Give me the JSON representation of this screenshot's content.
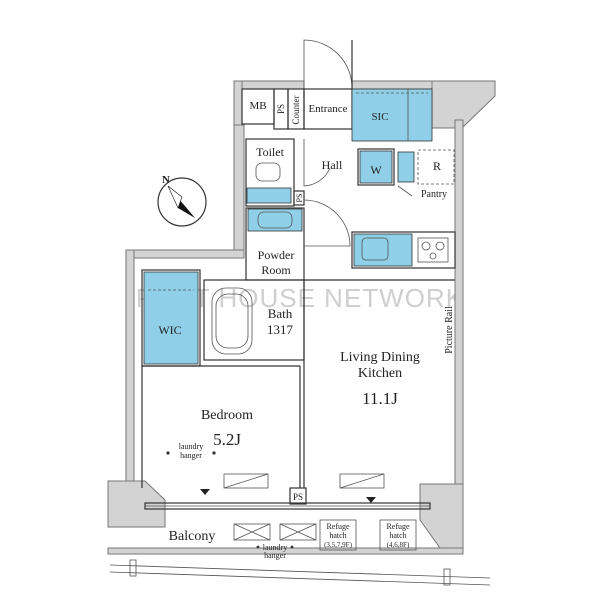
{
  "watermark": "PITAT HOUSE NETWORK",
  "compass_letter": "N",
  "rooms": {
    "mb": "MB",
    "ps_top": "PS",
    "counter": "Counter",
    "entrance": "Entrance",
    "sic": "SIC",
    "toilet": "Toilet",
    "hall": "Hall",
    "w": "W",
    "r": "R",
    "pantry": "Pantry",
    "ps_mid": "PS",
    "powder_room_line1": "Powder",
    "powder_room_line2": "Room",
    "wic": "WIC",
    "bath_line1": "Bath",
    "bath_line2": "1317",
    "ldk_line1": "Living Dining",
    "ldk_line2": "Kitchen",
    "ldk_size": "11.1J",
    "picture_rail": "Picture Rail",
    "bedroom": "Bedroom",
    "bedroom_size": "5.2J",
    "laundry_hanger_1_line1": "laundry",
    "laundry_hanger_1_line2": "hanger",
    "ps_bottom": "PS",
    "balcony": "Balcony",
    "laundry_hanger_2_line1": "laundry",
    "laundry_hanger_2_line2": "hanger",
    "refuge_hatch_1_line1": "Refuge",
    "refuge_hatch_1_line2": "hatch",
    "refuge_hatch_1_line3": "(3,5,7,9F)",
    "refuge_hatch_2_line1": "Refuge",
    "refuge_hatch_2_line2": "hatch",
    "refuge_hatch_2_line3": "(4,6,8F)"
  },
  "colors": {
    "storage_blue": "#8fd0e8",
    "wall_gray": "#d3d3d3"
  }
}
